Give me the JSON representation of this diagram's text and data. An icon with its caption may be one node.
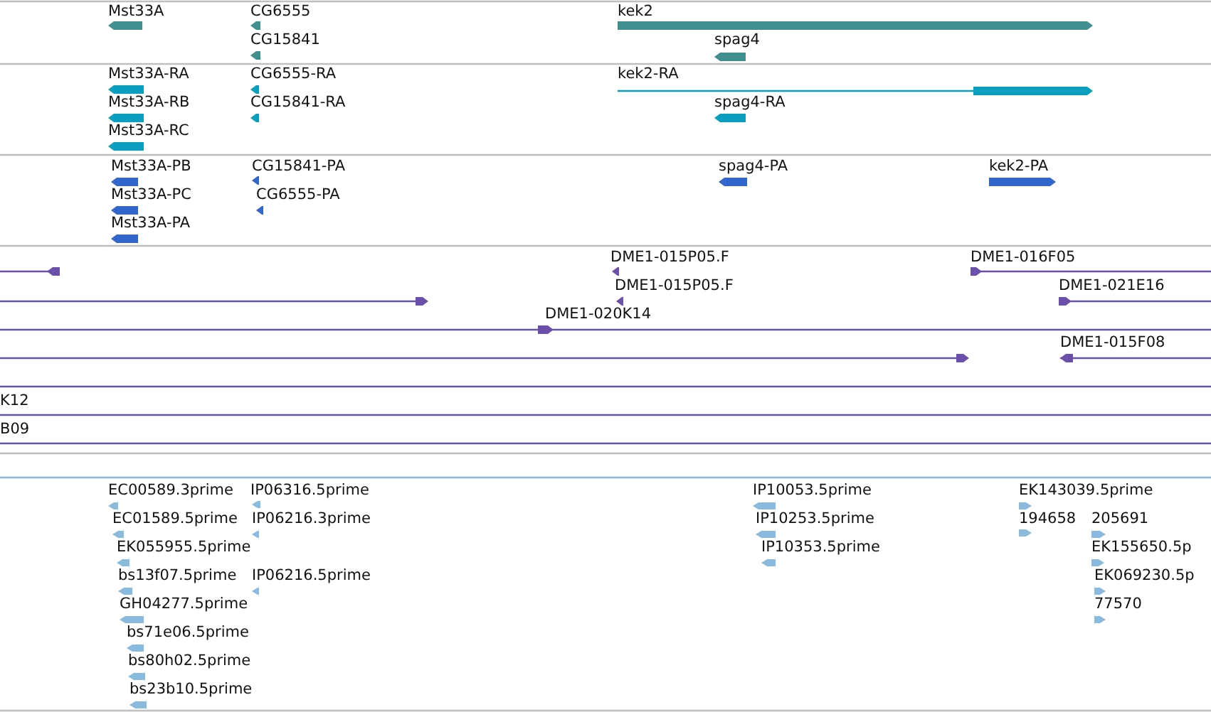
{
  "diagram": {
    "labels": [
      "Mst33A",
      "CG6555",
      "kek2",
      "CG15841",
      "spag4",
      "Mst33A-RA",
      "CG6555-RA",
      "kek2-RA",
      "Mst33A-RB",
      "CG15841-RA",
      "spag4-RA",
      "Mst33A-RC",
      "Mst33A-PB",
      "CG15841-PA",
      "spag4-PA",
      "kek2-PA",
      "Mst33A-PC",
      "CG6555-PA",
      "Mst33A-PA",
      "DME1-015P05.F",
      "DME1-016F05",
      "DME1-015P05.F",
      "DME1-021E16",
      "DME1-020K14",
      "DME1-015F08",
      "K12",
      "B09",
      "EC00589.3prime",
      "IP06316.5prime",
      "IP10053.5prime",
      "EK143039.5prime",
      "EC01589.5prime",
      "IP06216.3prime",
      "IP10253.5prime",
      "194658",
      "205691",
      "EK055955.5prime",
      "IP10353.5prime",
      "EK155650.5p",
      "bs13f07.5prime",
      "IP06216.5prime",
      "EK069230.5p",
      "GH04277.5prime",
      "77570",
      "bs71e06.5prime",
      "bs80h02.5prime",
      "bs23b10.5prime"
    ]
  }
}
